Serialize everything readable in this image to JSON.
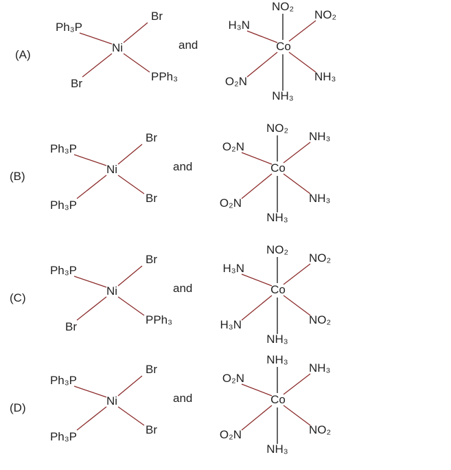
{
  "colors": {
    "bond_diagonal": "#8b2a2a",
    "bond_vertical": "#111111",
    "text": "#222222"
  },
  "options": [
    {
      "label": "(A)",
      "conjunction": "and",
      "ni": {
        "center": "Ni",
        "top_left": "Ph₃P",
        "top_right": "Br",
        "bottom_left": "Br",
        "bottom_right": "PPh₃"
      },
      "co": {
        "center": "Co",
        "top": "NO₂",
        "top_right": "NO₂",
        "top_left": "H₃N",
        "bottom_right": "NH₃",
        "bottom_left": "O₂N",
        "bottom": "NH₃"
      }
    },
    {
      "label": "(B)",
      "conjunction": "and",
      "ni": {
        "center": "Ni",
        "top_left": "Ph₃P",
        "top_right": "Br",
        "bottom_left": "Ph₃P",
        "bottom_right": "Br"
      },
      "co": {
        "center": "Co",
        "top": "NO₂",
        "top_right": "NH₃",
        "top_left": "O₂N",
        "bottom_right": "NH₃",
        "bottom_left": "O₂N",
        "bottom": "NH₃"
      }
    },
    {
      "label": "(C)",
      "conjunction": "and",
      "ni": {
        "center": "Ni",
        "top_left": "Ph₃P",
        "top_right": "Br",
        "bottom_left": "Br",
        "bottom_right": "PPh₃"
      },
      "co": {
        "center": "Co",
        "top": "NO₂",
        "top_right": "NO₂",
        "top_left": "H₃N",
        "bottom_right": "NO₂",
        "bottom_left": "H₃N",
        "bottom": "NH₃"
      }
    },
    {
      "label": "(D)",
      "conjunction": "and",
      "ni": {
        "center": "Ni",
        "top_left": "Ph₃P",
        "top_right": "Br",
        "bottom_left": "Ph₃P",
        "bottom_right": "Br"
      },
      "co": {
        "center": "Co",
        "top": "NH₃",
        "top_right": "NH₃",
        "top_left": "O₂N",
        "bottom_right": "NO₂",
        "bottom_left": "O₂N",
        "bottom": "NH₃"
      }
    }
  ]
}
